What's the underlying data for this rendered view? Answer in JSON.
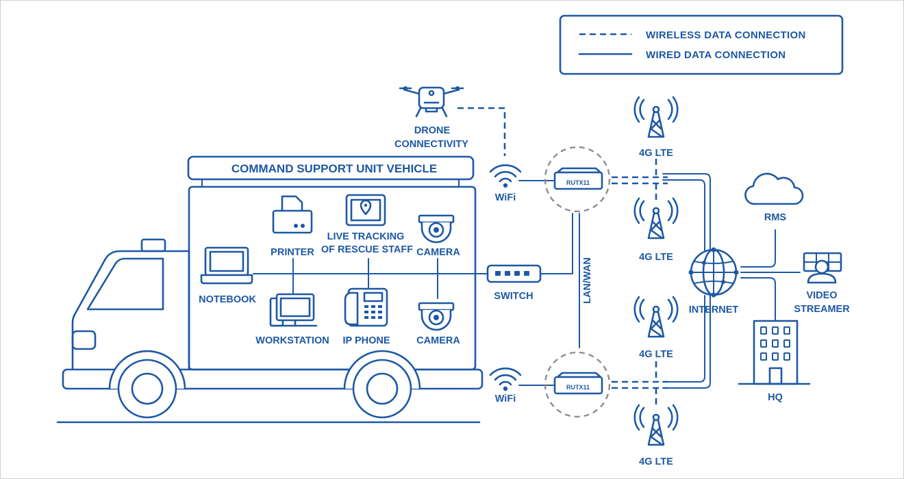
{
  "colors": {
    "line": "#1d58a4",
    "connector_circle": "#8d8d8d",
    "background": "#ffffff"
  },
  "legend": {
    "wireless": "WIRELESS DATA CONNECTION",
    "wired": "WIRED DATA CONNECTION"
  },
  "vehicle": {
    "title": "COMMAND SUPPORT UNIT VEHICLE"
  },
  "devices": {
    "notebook": "NOTEBOOK",
    "printer": "PRINTER",
    "tracking_line1": "LIVE TRACKING",
    "tracking_line2": "OF RESCUE STAFF",
    "camera_top": "CAMERA",
    "workstation": "WORKSTATION",
    "ip_phone": "IP PHONE",
    "camera_bottom": "CAMERA",
    "switch": "SWITCH"
  },
  "drone": {
    "line1": "DRONE",
    "line2": "CONNECTIVITY"
  },
  "wifi_top": "WiFi",
  "wifi_bottom": "WiFi",
  "router_top": "RUTX11",
  "router_bottom": "RUTX11",
  "lan_wan": "LAN/WAN",
  "towers": [
    "4G LTE",
    "4G LTE",
    "4G LTE",
    "4G LTE"
  ],
  "internet": "INTERNET",
  "rms": "RMS",
  "video_streamer": {
    "line1": "VIDEO",
    "line2": "STREAMER"
  },
  "hq": "HQ",
  "icons": [
    "truck-icon",
    "notebook-icon",
    "printer-icon",
    "tablet-location-icon",
    "camera-icon",
    "workstation-icon",
    "ip-phone-icon",
    "switch-icon",
    "drone-icon",
    "wifi-icon",
    "router-icon",
    "cell-tower-icon",
    "globe-icon",
    "cloud-icon",
    "video-streamer-icon",
    "building-icon"
  ]
}
